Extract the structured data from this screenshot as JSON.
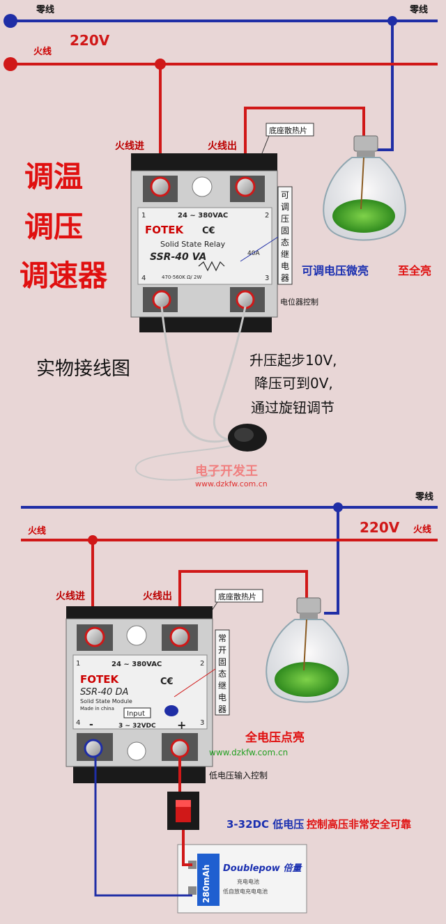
{
  "top": {
    "neutral_left": "零线",
    "neutral_right": "零线",
    "live": "火线",
    "voltage": "220V",
    "relay_in": "火线进",
    "relay_out": "火线出",
    "heatsink": "底座散热片",
    "big_title": [
      "调温",
      "调压",
      "调速器"
    ],
    "relay_type_vertical": [
      "可",
      "调",
      "压",
      "固",
      "态",
      "继",
      "电",
      "器"
    ],
    "bulb_caption_blue": "可调电压微亮",
    "bulb_caption_red": "至全亮",
    "pot_label": "电位器控制",
    "wiring_title": "实物接线图",
    "notes": [
      "升压起步10V,",
      "降压可到0V,",
      "通过旋钮调节"
    ],
    "relay": {
      "brand": "FOTEK",
      "range": "24 ~ 380VAC",
      "subtitle": "Solid State Relay",
      "model": "SSR-40 VA",
      "amps": "40A",
      "pot_spec": "470-560K Ω/ 2W",
      "t1": "1",
      "t2": "2",
      "t3": "3",
      "t4": "4"
    }
  },
  "watermark": {
    "name": "电子开发王",
    "url": "www.dzkfw.com.cn"
  },
  "bottom": {
    "neutral": "零线",
    "live_left": "火线",
    "live_right": "火线",
    "voltage": "220V",
    "relay_in": "火线进",
    "relay_out": "火线出",
    "heatsink": "底座散热片",
    "relay_type_vertical": [
      "常",
      "开",
      "固",
      "态",
      "继",
      "电",
      "器"
    ],
    "bulb_caption": "全电压点亮",
    "low_voltage_label": "低电压输入控制",
    "url": "www.dzkfw.com.cn",
    "control_text_blue": "3-32DC 低电压",
    "control_text_red": "控制高压非常安全可靠",
    "relay": {
      "brand": "FOTEK",
      "range": "24 ~ 380VAC",
      "model": "SSR-40 DA",
      "subtitle": "Solid State Module",
      "made": "Made in china",
      "input": "Input",
      "dc_range": "3 ~ 32VDC",
      "minus": "-",
      "plus": "+",
      "t1": "1",
      "t2": "2",
      "t3": "3",
      "t4": "4"
    },
    "battery": {
      "brand": "Doublepow 倍量",
      "capacity": "280mAh",
      "line1": "充电电池",
      "line2": "低自放电充电电池"
    }
  },
  "colors": {
    "background": "#e8d6d6",
    "neutral_wire": "#1f2ea6",
    "live_wire": "#d01818",
    "title_red": "#e01010",
    "caption_blue": "#1a2fb0"
  }
}
